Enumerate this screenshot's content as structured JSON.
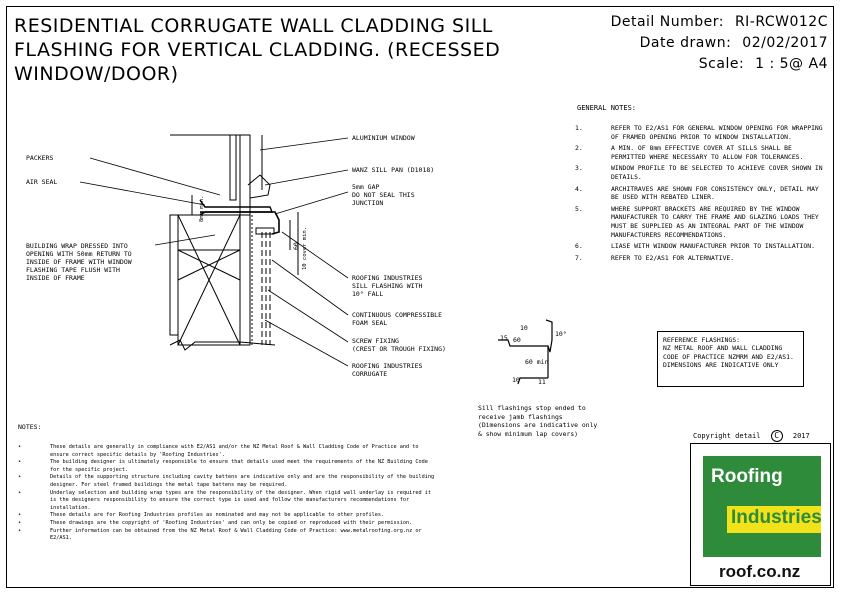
{
  "title_block": {
    "title": "RESIDENTIAL CORRUGATE WALL CLADDING SILL FLASHING FOR VERTICAL CLADDING.  (RECESSED WINDOW/DOOR)",
    "detail_number_label": "Detail Number:",
    "detail_number": "RI-RCW012C",
    "date_label": "Date drawn:",
    "date": "02/02/2017",
    "scale_label": "Scale:",
    "scale": "1 : 5@ A4"
  },
  "callouts": {
    "aluminium_window": "ALUMINIUM WINDOW",
    "packers": "PACKERS",
    "air_seal": "AIR SEAL",
    "wanz_sill_pan": "WANZ SILL PAN (D1018)",
    "gap": "5mm GAP\nDO NOT SEAL THIS\nJUNCTION",
    "building_wrap": "BUILDING WRAP DRESSED INTO\nOPENING WITH 50mm RETURN TO\nINSIDE OF FRAME WITH WINDOW\nFLASHING TAPE FLUSH WITH\nINSIDE OF FRAME",
    "sill_flashing": "ROOFING INDUSTRIES\nSILL FLASHING WITH\n10° FALL",
    "foam_seal": "CONTINUOUS COMPRESSIBLE\nFOAM SEAL",
    "screw_fixing": "SCREW FIXING\n(CREST OR TROUGH FIXING)",
    "corrugate": "ROOFING INDUSTRIES\nCORRUGATE",
    "dim_8mm": "8mm min.",
    "dim_60": "60",
    "dim_10_cover": "10 cover min."
  },
  "profile": {
    "dims": [
      "10",
      "15",
      "60",
      "10°",
      "60 min",
      "10",
      "11"
    ],
    "caption": "Sill flashings stop ended to receive jamb flashings (Dimensions are indicative only & show minimum lap covers)"
  },
  "general_notes": {
    "heading": "GENERAL NOTES:",
    "items": [
      {
        "num": "1.",
        "text": "REFER TO E2/AS1 FOR GENERAL WINDOW OPENING FOR WRAPPING OF FRAMED OPENING PRIOR TO WINDOW INSTALLATION."
      },
      {
        "num": "2.",
        "text": "A MIN. OF 8mm EFFECTIVE COVER AT SILLS SHALL BE PERMITTED WHERE NECESSARY TO ALLOW FOR TOLERANCES."
      },
      {
        "num": "3.",
        "text": "WINDOW PROFILE TO BE SELECTED TO ACHIEVE COVER SHOWN IN DETAILS."
      },
      {
        "num": "4.",
        "text": "ARCHITRAVES ARE SHOWN FOR CONSISTENCY ONLY, DETAIL MAY BE USED WITH REBATED LINER."
      },
      {
        "num": "5.",
        "text": "WHERE SUPPORT BRACKETS ARE REQUIRED BY THE WINDOW MANUFACTURER TO CARRY THE FRAME AND GLAZING LOADS THEY MUST BE SUPPLIED AS AN INTEGRAL PART OF THE WINDOW MANUFACTURERS RECOMMENDATIONS."
      },
      {
        "num": "6.",
        "text": "LIASE WITH WINDOW MANUFACTURER PRIOR TO INSTALLATION."
      },
      {
        "num": "7.",
        "text": "REFER TO E2/AS1 FOR ALTERNATIVE."
      }
    ]
  },
  "reference": {
    "text": "REFERENCE FLASHINGS:\nNZ METAL ROOF AND WALL CLADDING CODE OF PRACTICE NZMRM AND E2/AS1.\nDIMENSIONS ARE INDICATIVE ONLY"
  },
  "notes": {
    "heading": "NOTES:",
    "items": [
      "These details are generally in compliance with E2/AS1 and/or the NZ Metal Roof & Wall Cladding Code of Practice and to ensure correct specific details by 'Roofing Industries'.",
      "The building designer is ultimately responsible to ensure that details used meet the requirements of the NZ Building Code for the specific project.",
      "Details of the supporting structure including cavity battens are indicative only and are the responsibility of the building designer. For steel framed buildings the metal tape battens may be required.",
      "Underlay selection and building wrap types are the responsibility of the designer. When rigid wall underlay is required it is the designers responsibility to ensure the correct type is used and follow the manufacturers recommendations for installation.",
      "These details are for Roofing Industries profiles as nominated and may not be applicable to other profiles.",
      "These drawings are the copyright of 'Roofing Industries' and can only be copied or reproduced with their permission.",
      "Further information can be obtained from the NZ Metal Roof & Wall Cladding Code of Practice: www.metalroofing.org.nz or E2/AS1."
    ]
  },
  "copyright": {
    "label": "Copyright detail",
    "symbol": "C",
    "year": "2017"
  },
  "logo": {
    "line1": "Roofing",
    "line2": "Industries",
    "url": "roof.co.nz",
    "green": "#2e8b3a",
    "yellow": "#f2e21a"
  }
}
